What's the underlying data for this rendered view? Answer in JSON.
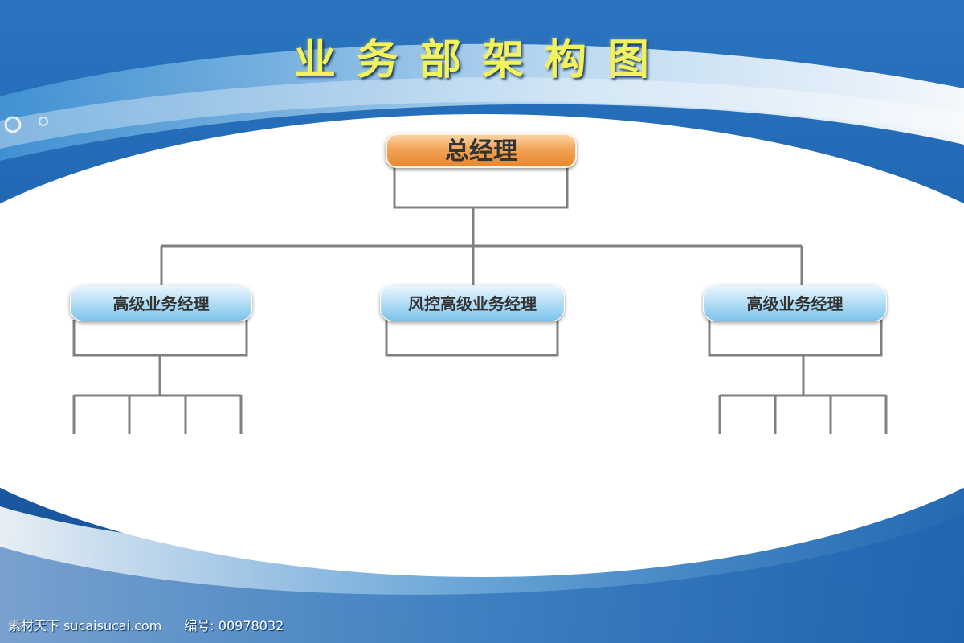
{
  "title": "业务部架构图",
  "org_chart": {
    "top": {
      "label": "总经理"
    },
    "children": [
      {
        "label": "高级业务经理",
        "sub_slots": 4
      },
      {
        "label": "风控高级业务经理",
        "sub_slots": 0
      },
      {
        "label": "高级业务经理",
        "sub_slots": 4
      }
    ]
  },
  "watermark": {
    "site": "素材天下 sucaisucai.com",
    "id_label": "编号:",
    "id_value": "00978032"
  },
  "colors": {
    "background_blue": "#1b5fa8",
    "title_yellow": "#f2f25c",
    "top_node_orange": "#f3a457",
    "manager_node_blue": "#b9e0f6",
    "connector_gray": "#7f7f7f"
  }
}
